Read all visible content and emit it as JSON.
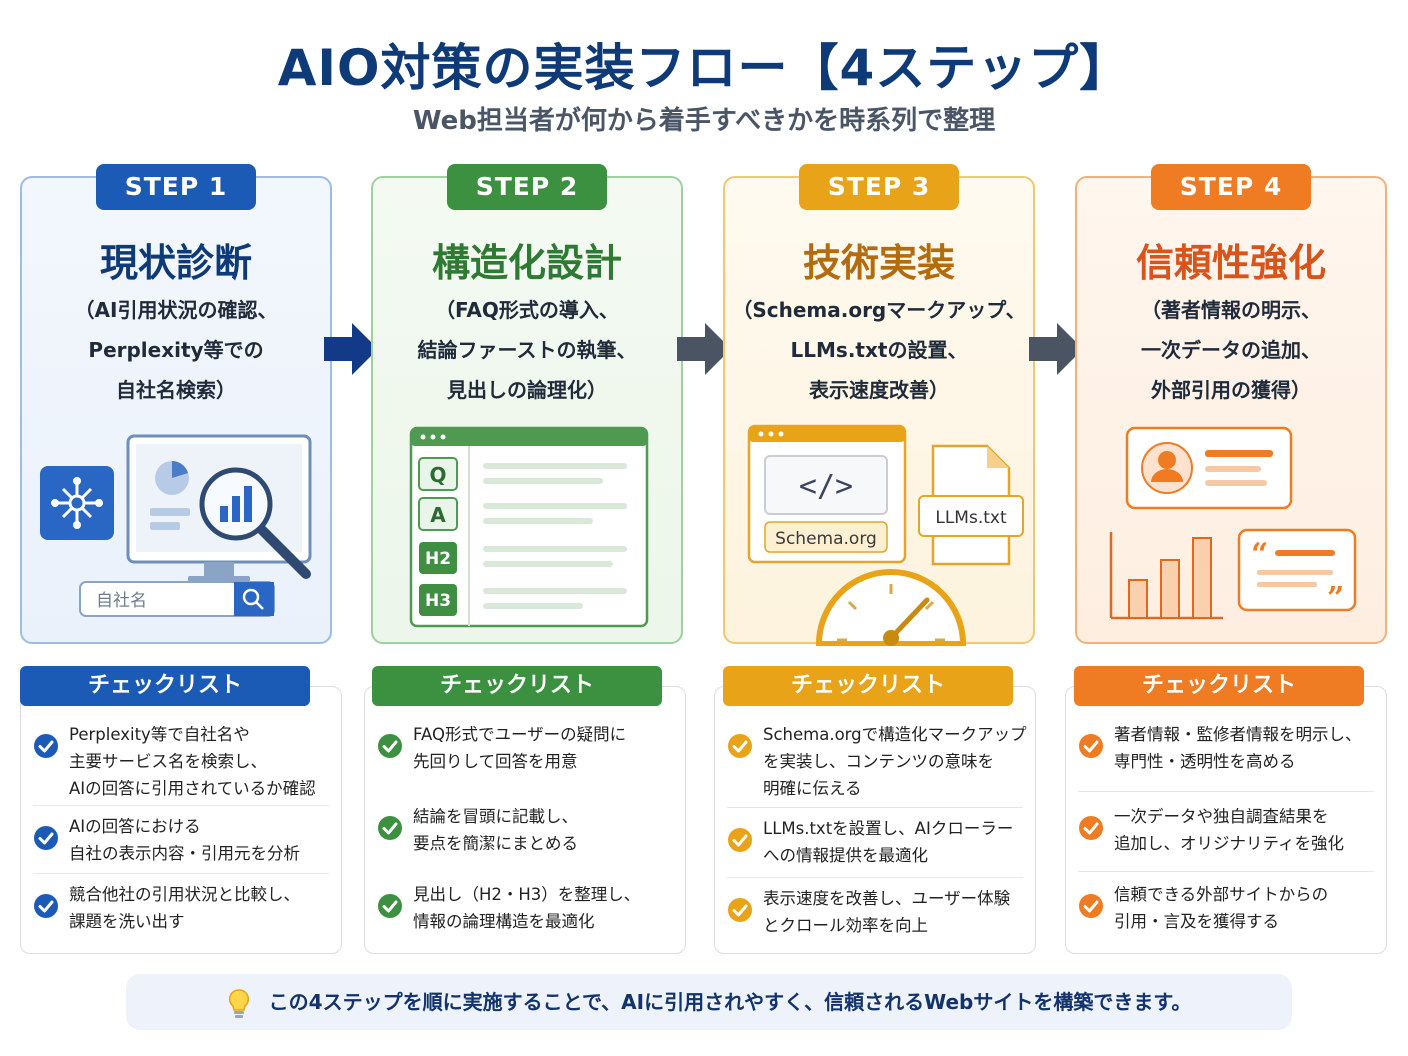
{
  "header": {
    "title": "AIO対策の実装フロー【4ステップ】",
    "subtitle": "Web担当者が何から着手すべきかを時系列で整理"
  },
  "colors": {
    "step1": "#1b5bb5",
    "step2": "#3b9140",
    "step3": "#e9a319",
    "step4": "#ef7b22"
  },
  "steps": [
    {
      "badge": "STEP 1",
      "title": "現状診断",
      "desc": [
        "（AI引用状況の確認、",
        "Perplexity等での",
        "自社名検索）"
      ],
      "illustration": {
        "search_placeholder": "自社名",
        "icons": [
          "network-icon",
          "monitor-icon",
          "magnifier-icon"
        ]
      },
      "checklist_title": "チェックリスト",
      "checklist": [
        "Perplexity等で自社名や\n主要サービス名を検索し、\nAIの回答に引用されているか確認",
        "AIの回答における\n自社の表示内容・引用元を分析",
        "競合他社の引用状況と比較し、\n課題を洗い出す"
      ]
    },
    {
      "badge": "STEP 2",
      "title": "構造化設計",
      "desc": [
        "（FAQ形式の導入、",
        "結論ファーストの執筆、",
        "見出しの論理化）"
      ],
      "illustration": {
        "tags": [
          "Q",
          "A",
          "H2",
          "H3"
        ]
      },
      "checklist_title": "チェックリスト",
      "checklist": [
        "FAQ形式でユーザーの疑問に\n先回りして回答を用意",
        "結論を冒頭に記載し、\n要点を簡潔にまとめる",
        "見出し（H2・H3）を整理し、\n情報の論理構造を最適化"
      ]
    },
    {
      "badge": "STEP 3",
      "title": "技術実装",
      "desc": [
        "（Schema.orgマークアップ、",
        "LLMs.txtの設置、",
        "表示速度改善）"
      ],
      "illustration": {
        "code_symbol": "</>",
        "schema_label": "Schema.org",
        "file_label": "LLMs.txt"
      },
      "checklist_title": "チェックリスト",
      "checklist": [
        "Schema.orgで構造化マークアップ\nを実装し、コンテンツの意味を\n明確に伝える",
        "LLMs.txtを設置し、AIクローラー\nへの情報提供を最適化",
        "表示速度を改善し、ユーザー体験\nとクロール効率を向上"
      ]
    },
    {
      "badge": "STEP 4",
      "title": "信頼性強化",
      "desc": [
        "（著者情報の明示、",
        "一次データの追加、",
        "外部引用の獲得）"
      ],
      "illustration": {
        "icons": [
          "author-card-icon",
          "bar-chart-icon",
          "quote-icon"
        ]
      },
      "checklist_title": "チェックリスト",
      "checklist": [
        "著者情報・監修者情報を明示し、\n専門性・透明性を高める",
        "一次データや独自調査結果を\n追加し、オリジナリティを強化",
        "信頼できる外部サイトからの\n引用・言及を獲得する"
      ]
    }
  ],
  "footer": {
    "text": "この4ステップを順に実施することで、AIに引用されやすく、信頼されるWebサイトを構築できます。"
  }
}
